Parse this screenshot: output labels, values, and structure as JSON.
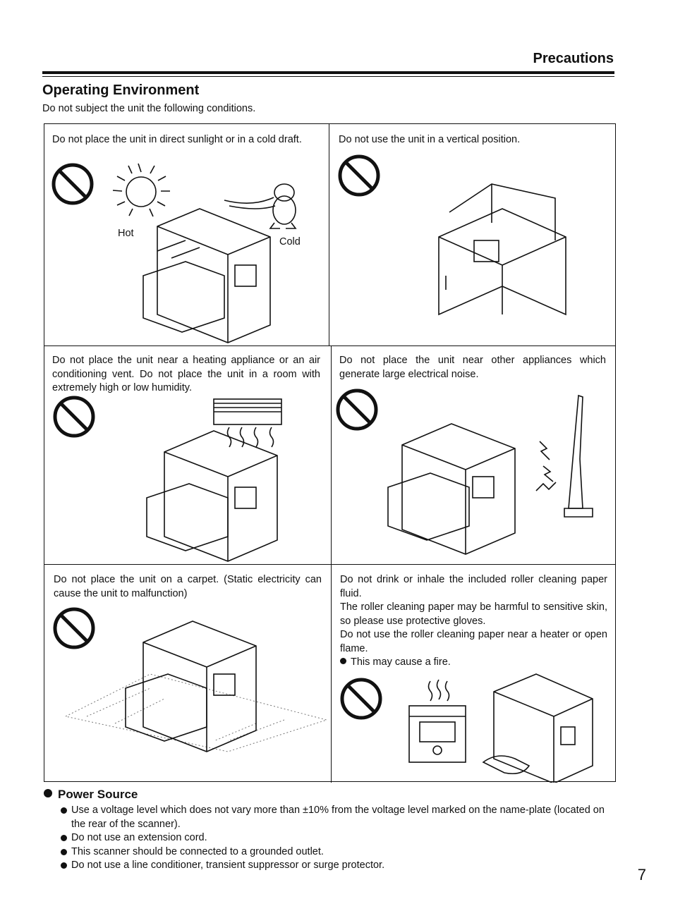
{
  "header": {
    "title": "Precautions"
  },
  "section": {
    "title": "Operating Environment",
    "subtitle": "Do not subject the unit the following conditions."
  },
  "cells": [
    {
      "text": "Do not place the unit in direct sunlight or in a cold draft.",
      "labels": {
        "hot": "Hot",
        "cold": "Cold"
      }
    },
    {
      "text": "Do not use the unit in a vertical position."
    },
    {
      "text": "Do not place the unit near a heating appliance or an air conditioning vent. Do not place the unit in a room with extremely high or low humidity."
    },
    {
      "text": "Do not place the unit near other appliances which generate large electrical noise."
    },
    {
      "text": "Do not place the unit on a carpet. (Static electricity can cause the unit to malfunction)"
    },
    {
      "lines": [
        "Do not drink or inhale the included roller cleaning paper fluid.",
        "The roller cleaning paper may be harmful to sensitive skin, so please use protective gloves.",
        "Do not use the roller cleaning paper near a heater or open flame."
      ],
      "bullet": "This may cause a fire."
    }
  ],
  "power": {
    "title": "Power Source",
    "items": [
      "Use a voltage level which does not vary more than ±10% from the voltage level marked on the name-plate (located on the rear of the scanner).",
      "Do not use an extension cord.",
      "This scanner should be connected to a grounded outlet.",
      "Do not use a line conditioner, transient suppressor or surge protector."
    ]
  },
  "page_number": "7",
  "icons": [
    "prohibition-icon",
    "sun-icon",
    "penguin-icon",
    "scanner-illustration",
    "air-conditioner-icon",
    "vacuum-cleaner-icon",
    "heater-icon",
    "carpet-pattern",
    "hand-glove-icon"
  ]
}
